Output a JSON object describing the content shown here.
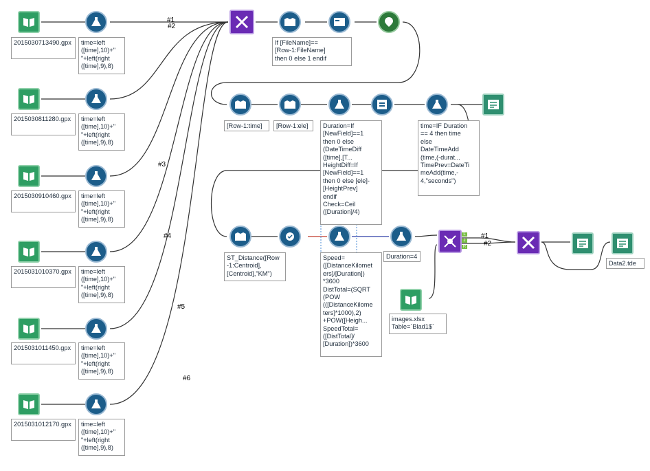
{
  "inputs": [
    {
      "file": "2015030713490.gpx",
      "formula": "time=left ([time],10)+\" \"+left(right ([time],9),8)",
      "link": "#1"
    },
    {
      "file": "2015030811280.gpx",
      "formula": "time=left ([time],10)+\" \"+left(right ([time],9),8)",
      "link": "#2"
    },
    {
      "file": "2015030910460.gpx",
      "formula": "time=left ([time],10)+\" \"+left(right ([time],9),8)",
      "link": "#3"
    },
    {
      "file": "2015031010370.gpx",
      "formula": "time=left ([time],10)+\" \"+left(right ([time],9),8)",
      "link": "#4"
    },
    {
      "file": "2015031011450.gpx",
      "formula": "time=left ([time],10)+\" \"+left(right ([time],9),8)",
      "link": "#5"
    },
    {
      "file": "2015031012170.gpx",
      "formula": "time=left ([time],10)+\" \"+left(right ([time],9),8)",
      "link": "#6"
    }
  ],
  "annotations": {
    "multirow_filename": "If [FileName]==\n[Row-1:FileName]\nthen 0 else 1 endif",
    "row_time": "[Row-1:time]",
    "row_ele": "[Row-1:ele]",
    "duration_formula": "Duration=If\n[NewField]==1\nthen 0 else\n(DateTimeDiff\n([time],[T...\nHeightDiff=If\n[NewField]==1\nthen 0 else [ele]-\n[HeightPrev]\nendif\nCheck=Ceil\n([Duration]/4)",
    "time_formula": "time=IF Duration\n== 4 then time\nelse\nDateTimeAdd\n(time,(-durat...\nTimePrev=DateTi\nmeAdd(time,-\n4,\"seconds\")",
    "st_distance": "ST_Distance([Row\n-1:Centroid],\n[Centroid],\"KM\")",
    "speed_formula": "Speed=\n([DistanceKilomet\ners]/[Duration])\n*3600\nDistTotal=(SQRT\n(POW\n(([DistanceKilome\nters]*1000),2)\n+POW([Heigh...\nSpeedTotal=\n([DistTotal]/\n[Duration])*3600",
    "duration4": "Duration=4",
    "images_input": "images.xlsx\nTable=`Blad1$`",
    "output_file": "Data2.tde"
  },
  "join_links": {
    "l1": "#1",
    "l2": "#2"
  },
  "icons": {
    "input": "book-icon",
    "formula": "flask-icon",
    "union": "union-icon",
    "multirow": "multirow-formula-icon",
    "select": "select-icon",
    "spatial": "spatial-point-icon",
    "filter": "filter-icon",
    "output": "output-icon",
    "join": "join-icon"
  }
}
